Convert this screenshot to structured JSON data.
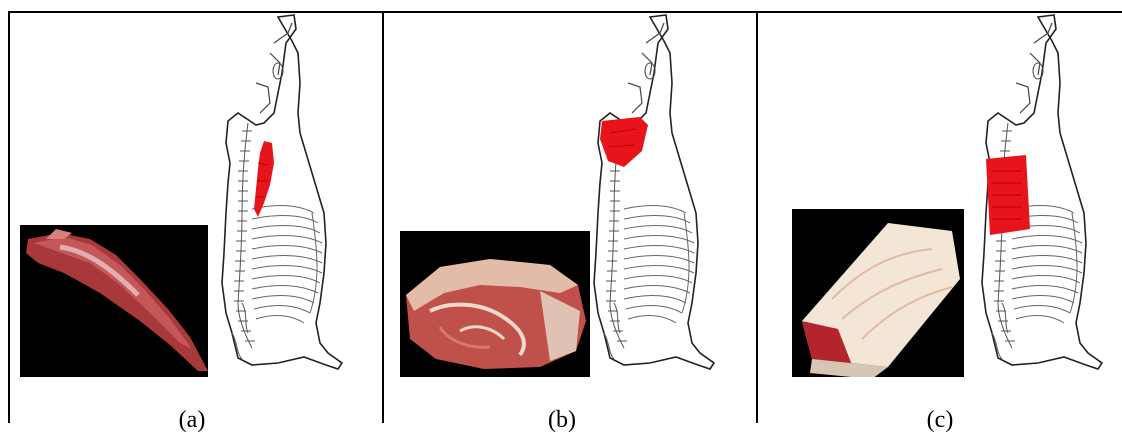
{
  "figure": {
    "panels": [
      {
        "caption": "(a)",
        "cut_photo": "eye-of-round-icon",
        "carcass_highlight": "round-muscle-icon"
      },
      {
        "caption": "(b)",
        "cut_photo": "chuck-roast-icon",
        "carcass_highlight": "shoulder-clod-icon"
      },
      {
        "caption": "(c)",
        "cut_photo": "striploin-icon",
        "carcass_highlight": "loin-icon"
      }
    ],
    "colors": {
      "highlight": "#e8141c",
      "meat_red": "#a83030",
      "fat_white": "#f3e6d6",
      "photo_bg": "#000000",
      "line": "#222222"
    }
  }
}
